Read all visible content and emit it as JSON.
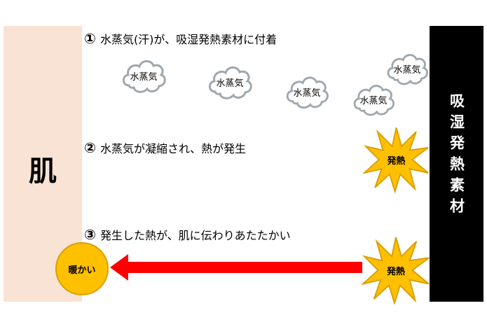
{
  "skin": {
    "label": "肌"
  },
  "material": {
    "label": "吸湿発熱素材"
  },
  "steps": [
    {
      "num": "①",
      "text": "水蒸気(汗)が、吸湿発熱素材に付着"
    },
    {
      "num": "②",
      "text": "水蒸気が凝縮され、熱が発生"
    },
    {
      "num": "③",
      "text": "発生した熱が、肌に伝わりあたたかい"
    }
  ],
  "clouds": [
    {
      "label": "水蒸気"
    },
    {
      "label": "水蒸気"
    },
    {
      "label": "水蒸気"
    },
    {
      "label": "水蒸気"
    },
    {
      "label": "水蒸気"
    }
  ],
  "bursts": [
    {
      "label": "発熱"
    },
    {
      "label": "発熱"
    }
  ],
  "warm": {
    "label": "暖かい"
  },
  "colors": {
    "skin": "#f8e3d4",
    "material": "#000000",
    "burst": "#ffc000",
    "arrow": "#ff0000",
    "cloud_border": "#a0a8ae"
  }
}
